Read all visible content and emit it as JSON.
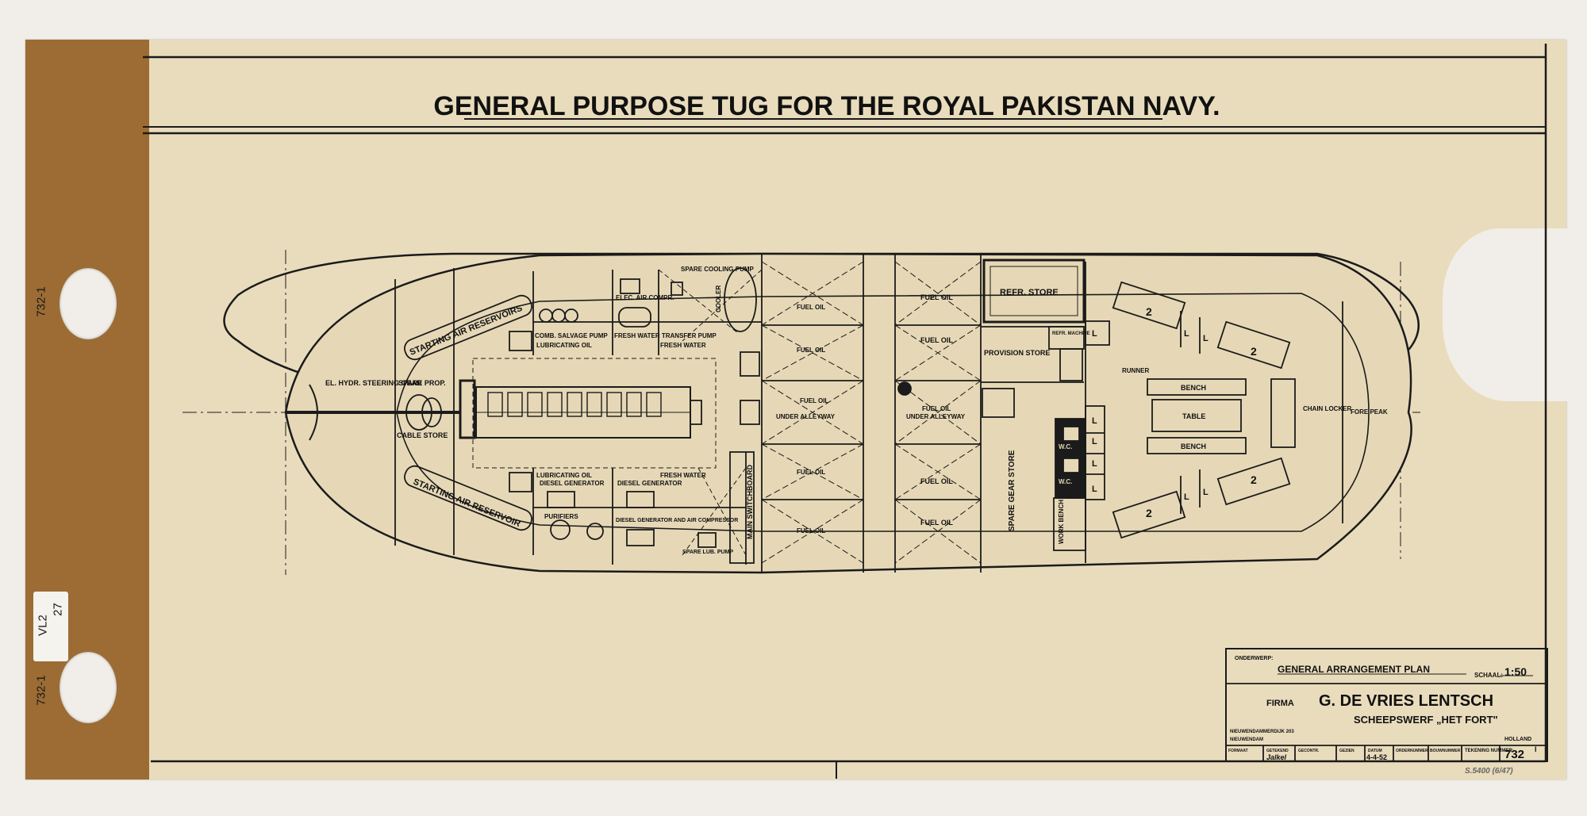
{
  "title": "GENERAL PURPOSE TUG FOR THE ROYAL PAKISTAN NAVY.",
  "binding_labels": {
    "top": "732-1",
    "bottom": "732-1",
    "sticker_a": "VL2",
    "sticker_b": "27"
  },
  "aft_labels": {
    "steering": "EL. HYDR. STEERING GEAR",
    "spare_prop": "SPARE PROP.",
    "cable_store": "CABLE STORE",
    "starting_air_reservoirs": "STARTING AIR RESERVOIRS",
    "starting_air_reservoir": "STARTING AIR RESERVOIR"
  },
  "engine_room_labels": {
    "elec_air_comp": "ELEC. AIR COMPR.",
    "spare_cooling_pump": "SPARE COOLING PUMP",
    "cooler": "COOLER",
    "comb_salvage_pump": "COMB. SALVAGE PUMP",
    "fresh_water_transfer_pump": "FRESH WATER TRANSFER PUMP",
    "lubricating_oil_top": "LUBRICATING OIL",
    "fresh_water_top": "FRESH WATER",
    "lubricating_oil_bottom": "LUBRICATING OIL",
    "diesel_generator_1": "DIESEL GENERATOR",
    "fresh_water_bottom": "FRESH WATER",
    "diesel_generator_2": "DIESEL GENERATOR",
    "purifiers": "PURIFIERS",
    "diesel_generator_air": "DIESEL GENERATOR AND AIR COMPRESSOR",
    "spare_lub_pump": "SPARE LUB. PUMP",
    "main_switchboard": "MAIN SWITCHBOARD"
  },
  "tank_labels": {
    "fuel_oil": "FUEL OIL",
    "under_alleyway": "UNDER ALLEYWAY"
  },
  "forward_labels": {
    "refr_store": "REFR. STORE",
    "provision_store": "PROVISION STORE",
    "refr_machine": "REFR. MACHINE",
    "spare_gear_store": "SPARE GEAR STORE",
    "work_bench": "WORK BENCH",
    "wc": "W.C.",
    "bench": "BENCH",
    "table": "TABLE",
    "chain_locker": "CHAIN LOCKER",
    "fore_peak": "FORE PEAK",
    "berth_count": "2",
    "locker": "L",
    "runner": "RUNNER"
  },
  "title_block": {
    "subject_label": "ONDERWERP:",
    "subject": "GENERAL ARRANGEMENT PLAN",
    "scale_label": "SCHAAL:",
    "scale": "1:50",
    "firm_label": "FIRMA",
    "firm": "G. DE VRIES LENTSCH",
    "yard": "SCHEEPSWERF „HET FORT\"",
    "address_1": "NIEUWENDAMMERDIJK 203",
    "address_2": "NIEUWENDAM",
    "country": "HOLLAND",
    "date": "4-4-52",
    "drawing_number_label": "TEKENING NUMMER:",
    "drawing_number": "732",
    "drawing_number_suffix": "I",
    "signature": "Jalkel",
    "col_formaat": "FORMAAT",
    "col_getekend": "GETEKEND",
    "col_gecontr": "GECONTR.",
    "col_gezien": "GEZIEN",
    "col_datum": "DATUM",
    "col_ordernummer": "ORDERNUMMER",
    "col_bouwnummer": "BOUWNUMMER"
  },
  "archive_note": "S.5400 (6/47)"
}
